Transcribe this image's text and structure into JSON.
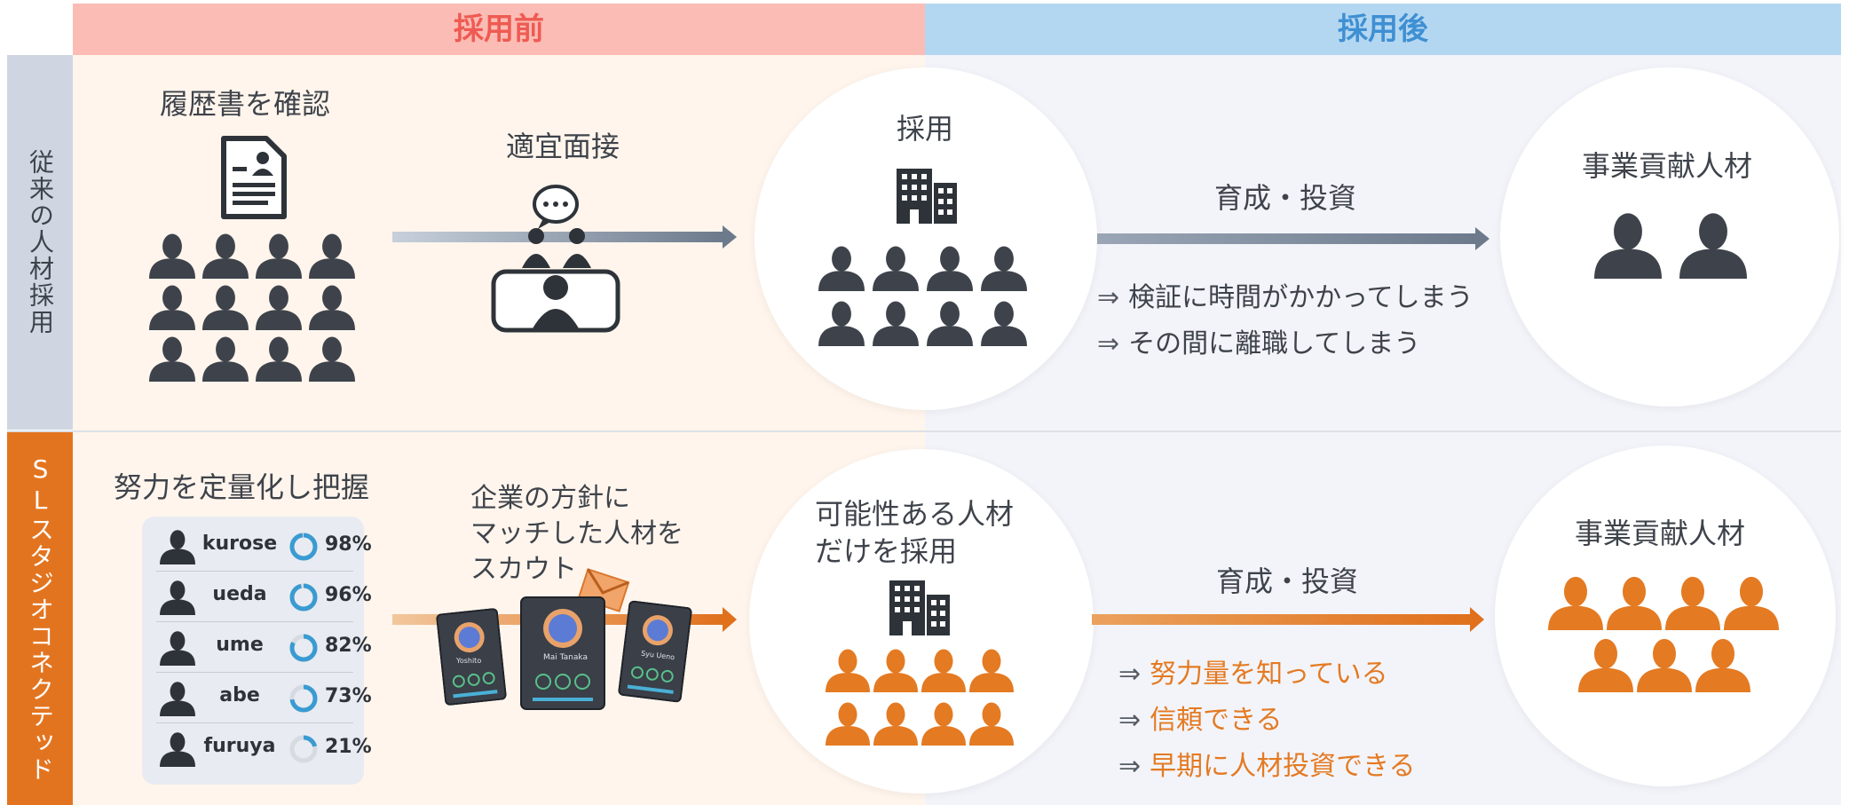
{
  "headers": {
    "before": "採用前",
    "after": "採用後"
  },
  "rows": {
    "traditional": "従来の人材採用",
    "sl": "SLスタジオコネクテッド"
  },
  "top": {
    "resume_check": "履歴書を確認",
    "interview": "適宜面接",
    "hire": "採用",
    "train_invest": "育成・投資",
    "contributor": "事業貢献人材",
    "bullet_arrow": "⇒",
    "bullets": [
      "検証に時間がかかってしまう",
      "その間に離職してしまう"
    ]
  },
  "bottom": {
    "quantify": "努力を定量化し把握",
    "scout_lines": [
      "企業の方針に",
      "マッチした人材を",
      "スカウト"
    ],
    "hire_lines": [
      "可能性ある人材",
      "だけを採用"
    ],
    "train_invest": "育成・投資",
    "contributor": "事業貢献人材",
    "bullet_arrow": "⇒",
    "bullets": [
      "努力量を知っている",
      "信頼できる",
      "早期に人材投資できる"
    ],
    "ranking": [
      {
        "name": "kurose",
        "percent": "98%",
        "value": 98
      },
      {
        "name": "ueda",
        "percent": "96%",
        "value": 96
      },
      {
        "name": "ume",
        "percent": "82%",
        "value": 82
      },
      {
        "name": "abe",
        "percent": "73%",
        "value": 73
      },
      {
        "name": "furuya",
        "percent": "21%",
        "value": 21
      }
    ],
    "cards": [
      "Yoshito",
      "Mai Tanaka",
      "Syu Ueno"
    ]
  },
  "colors": {
    "header_before": "#fbbcb5",
    "header_before_text": "#ee5b52",
    "header_after": "#b4d7f1",
    "header_after_text": "#3f8fd3",
    "row_top_label": "#cfd6e1",
    "row_bottom_label": "#e3741f",
    "bg_before": "#fff5ec",
    "bg_after": "#f3f4fa",
    "person_dark": "#3e434b",
    "person_orange": "#e47a22",
    "donut": "#3a9bd2"
  }
}
